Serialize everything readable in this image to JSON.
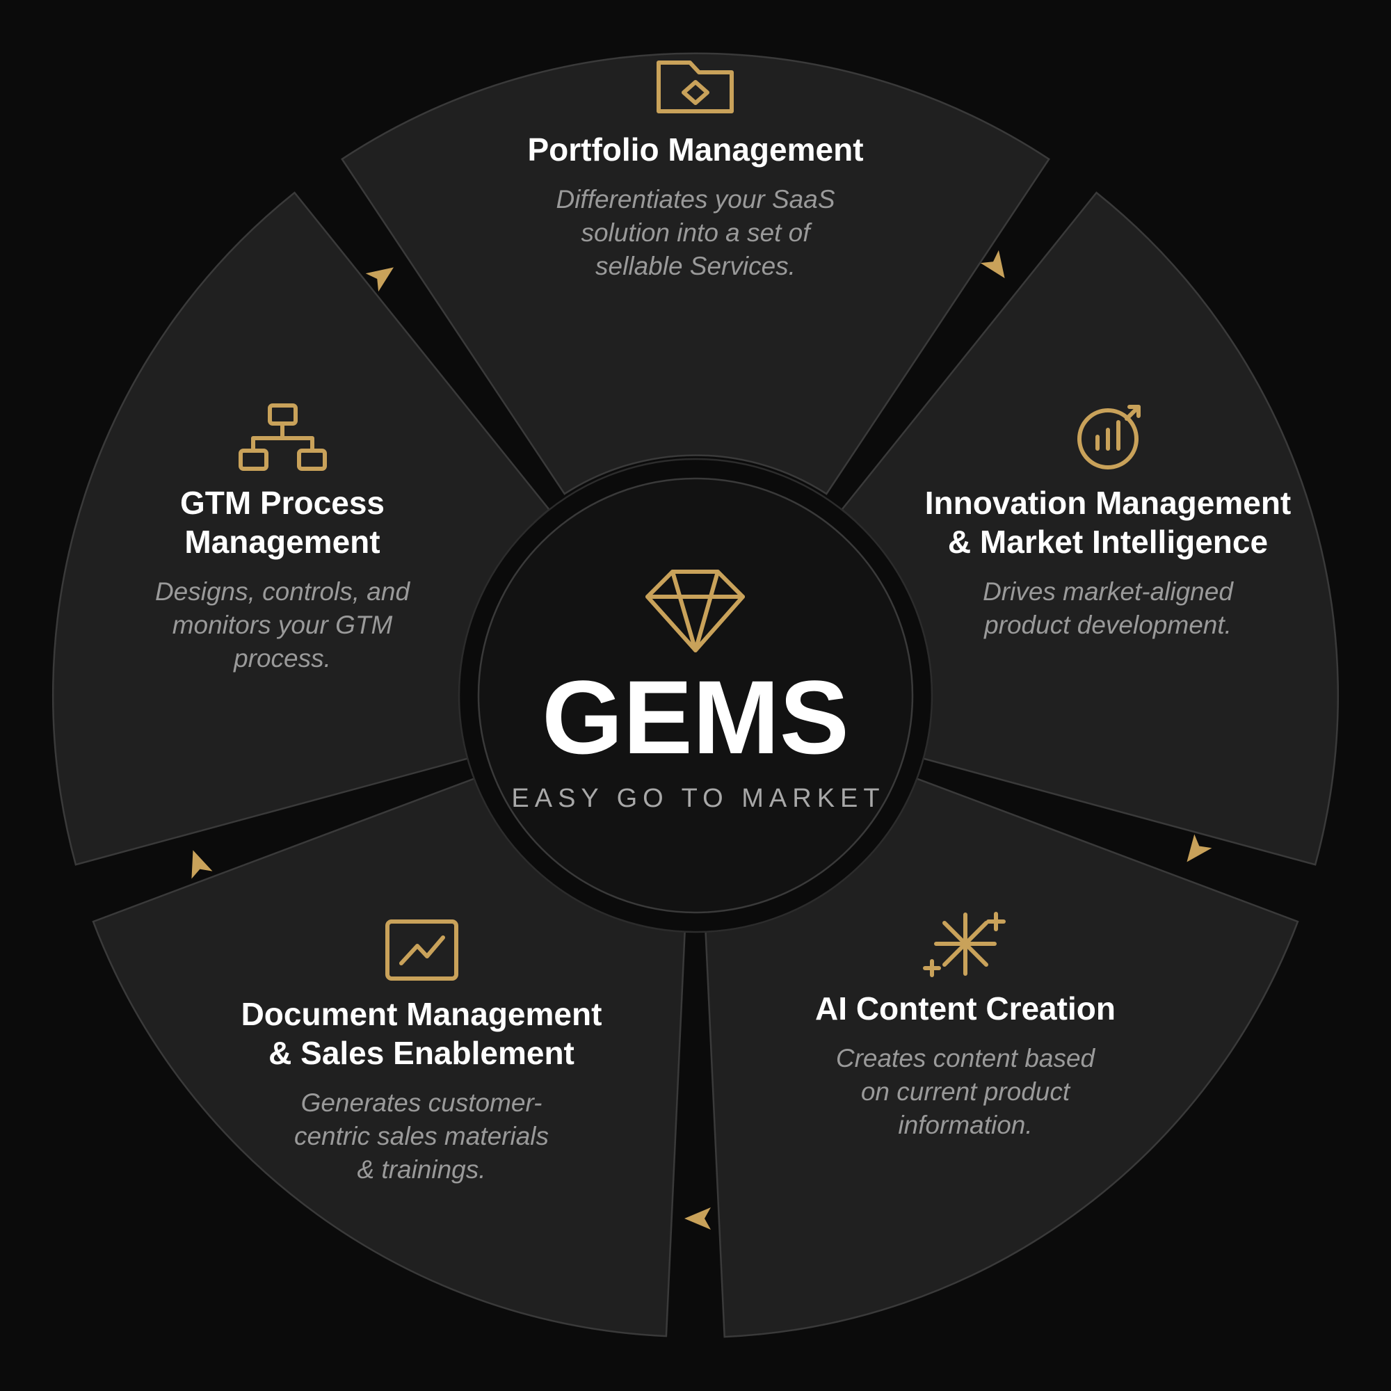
{
  "hub": {
    "title": "GEMS",
    "subtitle": "EASY GO TO MARKET",
    "icon": "diamond-icon"
  },
  "segments": [
    {
      "id": "portfolio",
      "icon": "folder-diamond-icon",
      "title_lines": [
        "Portfolio Management"
      ],
      "desc_lines": [
        "Differentiates your SaaS",
        "solution into a set of",
        "sellable Services."
      ]
    },
    {
      "id": "innovation",
      "icon": "target-chart-icon",
      "title_lines": [
        "Innovation Management",
        "& Market Intelligence"
      ],
      "desc_lines": [
        "Drives market-aligned",
        "product development."
      ]
    },
    {
      "id": "ai-content",
      "icon": "sparkle-icon",
      "title_lines": [
        "AI Content Creation"
      ],
      "desc_lines": [
        "Creates content based",
        "on current product",
        "information."
      ]
    },
    {
      "id": "document",
      "icon": "chart-line-icon",
      "title_lines": [
        "Document Management",
        "& Sales Enablement"
      ],
      "desc_lines": [
        "Generates customer-",
        "centric sales materials",
        "& trainings."
      ]
    },
    {
      "id": "gtm",
      "icon": "hierarchy-icon",
      "title_lines": [
        "GTM Process",
        "Management"
      ],
      "desc_lines": [
        "Designs, controls, and",
        "monitors your GTM",
        "process."
      ]
    }
  ],
  "colors": {
    "background": "#0b0b0b",
    "segment": "#202020",
    "accent": "#c9a25a",
    "title": "#ffffff",
    "description": "#9a9a9a"
  }
}
